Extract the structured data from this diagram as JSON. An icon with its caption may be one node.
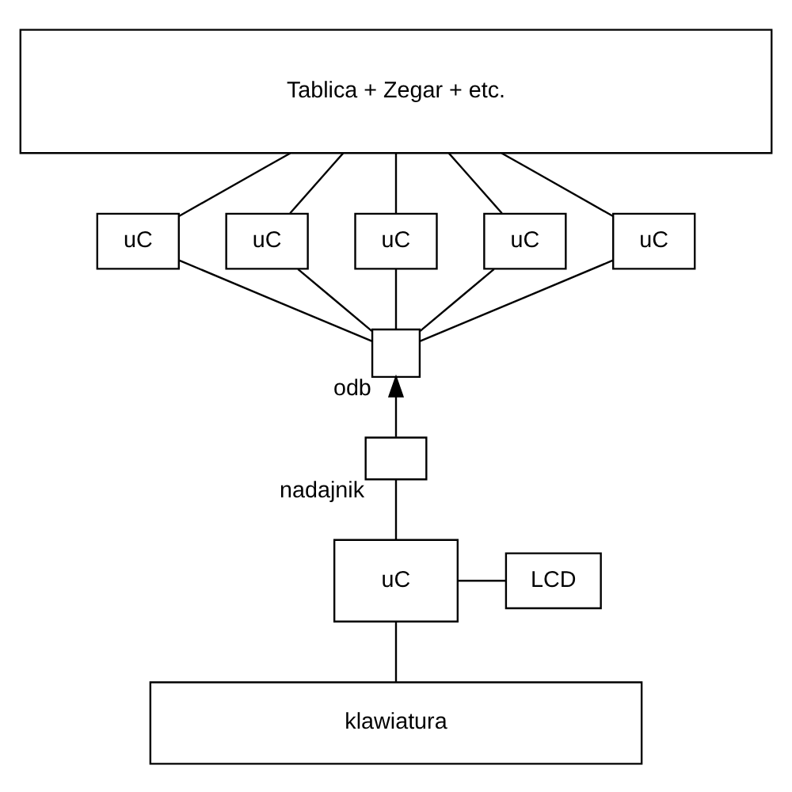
{
  "diagram": {
    "nodes": [
      {
        "text": [
          "Tablica + Zegar + etc."
        ]
      },
      {
        "text": [
          "uC"
        ]
      },
      {
        "text": [
          "uC"
        ]
      },
      {
        "text": [
          "uC"
        ]
      },
      {
        "text": [
          "uC"
        ]
      },
      {
        "text": [
          "uC"
        ]
      },
      {
        "text": [],
        "shape": "box",
        "beside": [
          "odb"
        ]
      },
      {
        "text": [],
        "shape": "box",
        "beside": [
          "nadajnik"
        ]
      },
      {
        "text": [
          "uC"
        ]
      },
      {
        "text": [
          "LCD"
        ]
      },
      {
        "text": [
          "klawiatura"
        ]
      }
    ],
    "edges": [
      {
        "from": 10,
        "to": 8,
        "arrow": "none"
      },
      {
        "from": 8,
        "to": 9,
        "arrow": "none"
      },
      {
        "from": 8,
        "to": 7,
        "arrow": "none"
      },
      {
        "from": 7,
        "to": 6,
        "arrow": "to"
      },
      {
        "from": 6,
        "to": 1,
        "arrow": "none"
      },
      {
        "from": 6,
        "to": 2,
        "arrow": "none"
      },
      {
        "from": 6,
        "to": 3,
        "arrow": "none"
      },
      {
        "from": 6,
        "to": 4,
        "arrow": "none"
      },
      {
        "from": 6,
        "to": 5,
        "arrow": "none"
      },
      {
        "from": 1,
        "to": 0,
        "arrow": "none"
      },
      {
        "from": 2,
        "to": 0,
        "arrow": "none"
      },
      {
        "from": 3,
        "to": 0,
        "arrow": "none"
      },
      {
        "from": 4,
        "to": 0,
        "arrow": "none"
      },
      {
        "from": 5,
        "to": 0,
        "arrow": "none"
      }
    ]
  }
}
